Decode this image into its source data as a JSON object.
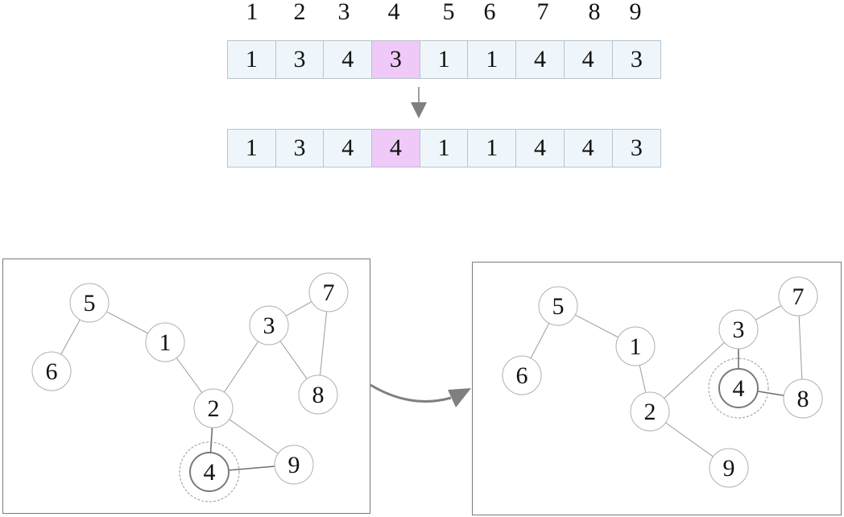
{
  "indices": [
    "1",
    "2",
    "3",
    "4",
    "5",
    "6",
    "7",
    "8",
    "9"
  ],
  "array_before": [
    "1",
    "3",
    "4",
    "3",
    "1",
    "1",
    "4",
    "4",
    "3"
  ],
  "array_after": [
    "1",
    "3",
    "4",
    "4",
    "1",
    "1",
    "4",
    "4",
    "3"
  ],
  "highlight_index": 3,
  "colors": {
    "cell_bg": "#eef6fb",
    "highlight_bg": "#efc9f8",
    "edge": "#8c8c8c",
    "arrow": "#7f7f7f"
  },
  "graph_before": {
    "nodes": [
      "5",
      "6",
      "1",
      "3",
      "7",
      "8",
      "2",
      "4",
      "9"
    ],
    "edges": [
      [
        "5",
        "6"
      ],
      [
        "5",
        "1"
      ],
      [
        "1",
        "2"
      ],
      [
        "2",
        "3"
      ],
      [
        "3",
        "7"
      ],
      [
        "3",
        "8"
      ],
      [
        "7",
        "8"
      ],
      [
        "2",
        "4"
      ],
      [
        "2",
        "9"
      ],
      [
        "4",
        "9"
      ]
    ],
    "highlighted_node": "4"
  },
  "graph_after": {
    "nodes": [
      "5",
      "6",
      "1",
      "3",
      "7",
      "4",
      "8",
      "2",
      "9"
    ],
    "edges": [
      [
        "5",
        "6"
      ],
      [
        "5",
        "1"
      ],
      [
        "1",
        "2"
      ],
      [
        "2",
        "3"
      ],
      [
        "3",
        "7"
      ],
      [
        "7",
        "8"
      ],
      [
        "3",
        "4"
      ],
      [
        "4",
        "8"
      ],
      [
        "2",
        "9"
      ]
    ],
    "highlighted_node": "4"
  }
}
